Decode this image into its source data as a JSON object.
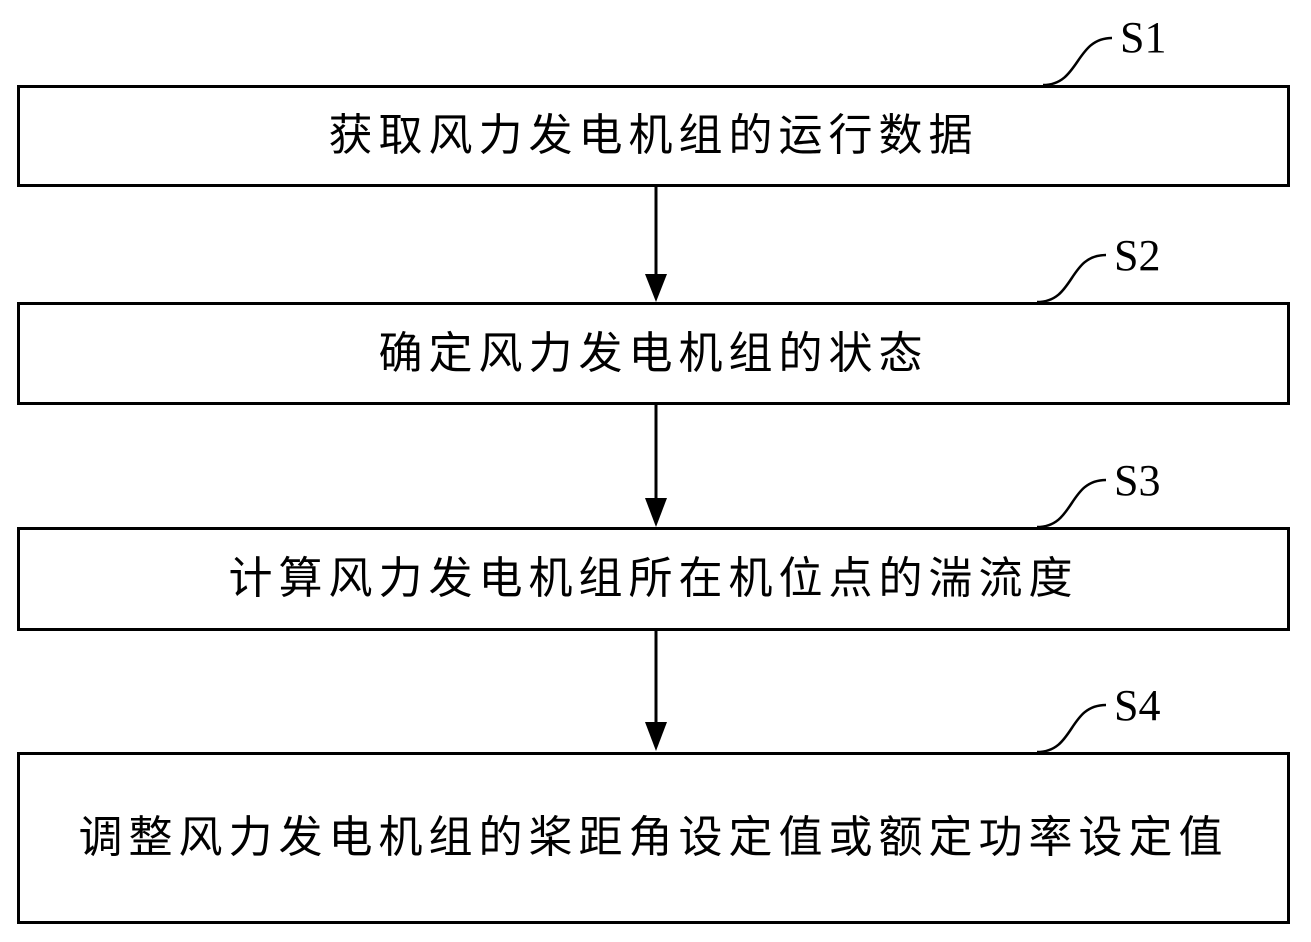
{
  "steps": [
    {
      "id": "S1",
      "label": "S1",
      "text": "获取风力发电机组的运行数据"
    },
    {
      "id": "S2",
      "label": "S2",
      "text": "确定风力发电机组的状态"
    },
    {
      "id": "S3",
      "label": "S3",
      "text": "计算风力发电机组所在机位点的湍流度"
    },
    {
      "id": "S4",
      "label": "S4",
      "text": "调整风力发电机组的桨距角设定值或额定功率设定值"
    }
  ]
}
